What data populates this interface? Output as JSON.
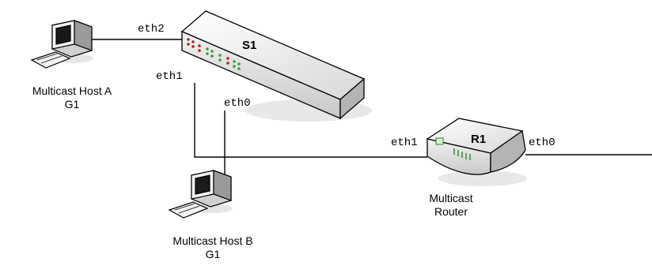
{
  "host_a": {
    "name": "Multicast Host A",
    "group": "G1"
  },
  "host_b": {
    "name": "Multicast Host B",
    "group": "G1"
  },
  "switch": {
    "name": "S1",
    "ports": {
      "eth0": "eth0",
      "eth1": "eth1",
      "eth2": "eth2"
    }
  },
  "router": {
    "name": "R1",
    "label_line1": "Multicast",
    "label_line2": "Router",
    "ports": {
      "eth0": "eth0",
      "eth1": "eth1"
    }
  },
  "colors": {
    "line": "#000000",
    "led_red": "#b22222",
    "led_green": "#3a9a3a",
    "device_fill": "#ededed"
  }
}
